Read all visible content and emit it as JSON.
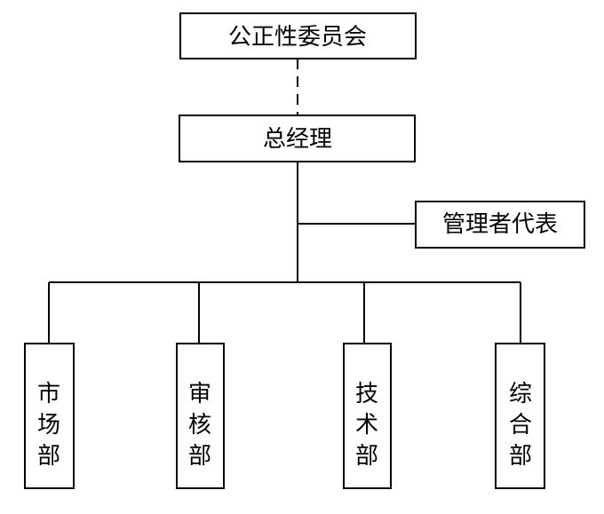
{
  "nodes": {
    "committee": "公正性委员会",
    "general_manager": "总经理",
    "management_rep": "管理者代表",
    "departments": [
      {
        "label": [
          "市",
          "场",
          "部"
        ]
      },
      {
        "label": [
          "审",
          "核",
          "部"
        ]
      },
      {
        "label": [
          "技",
          "术",
          "部"
        ]
      },
      {
        "label": [
          "综",
          "合",
          "部"
        ]
      }
    ]
  }
}
